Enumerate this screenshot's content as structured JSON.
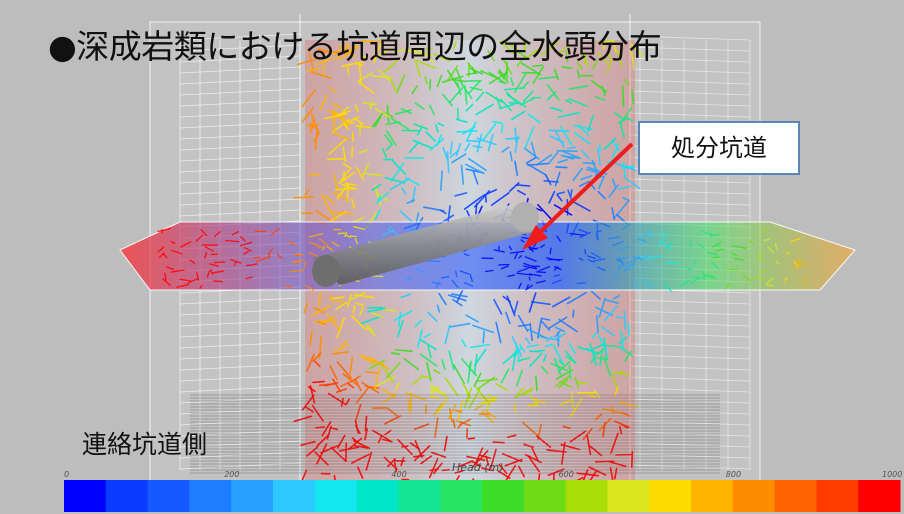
{
  "title": "●深成岩類における坑道周辺の全水頭分布",
  "callout_label": "処分坑道",
  "side_label": "連絡坑道側",
  "colorbar": {
    "axis_label": "Head (m)",
    "ticks": [
      "0",
      "200",
      "400",
      "600",
      "800",
      "1000"
    ],
    "colors": [
      "#0000ff",
      "#0a3cff",
      "#145aff",
      "#1e7dff",
      "#28a0ff",
      "#2dc8ff",
      "#14e6f0",
      "#00e6c8",
      "#14e696",
      "#28e664",
      "#3cdc28",
      "#6edc14",
      "#aadc0a",
      "#dce61e",
      "#ffdc00",
      "#ffb400",
      "#ff8c00",
      "#ff6400",
      "#ff3c00",
      "#ff0000"
    ]
  },
  "colors": {
    "background": "#bdbdbd",
    "arrow": "#ee1c1c",
    "callout_border": "#5b86b8"
  }
}
